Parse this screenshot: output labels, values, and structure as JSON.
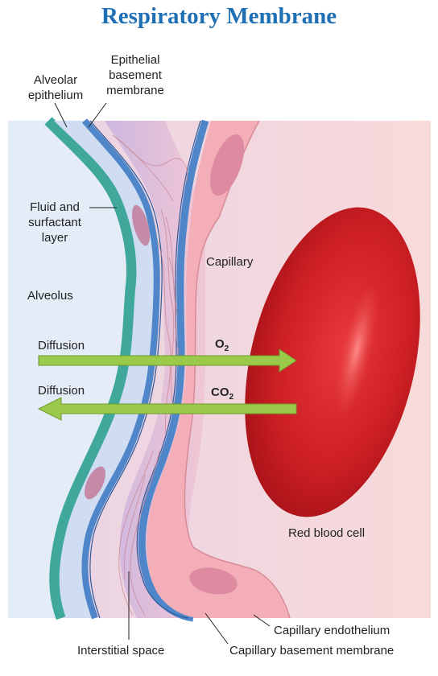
{
  "title": "Respiratory Membrane",
  "labels": {
    "alveolar_epithelium_line1": "Alveolar",
    "alveolar_epithelium_line2": "epithelium",
    "epithelial_bm_line1": "Epithelial",
    "epithelial_bm_line2": "basement",
    "epithelial_bm_line3": "membrane",
    "fluid_line1": "Fluid and",
    "fluid_line2": "surfactant",
    "fluid_line3": "layer",
    "alveolus": "Alveolus",
    "capillary": "Capillary",
    "diffusion_o2": "Diffusion",
    "diffusion_co2": "Diffusion",
    "o2_main": "O",
    "o2_sub": "2",
    "co2_main": "CO",
    "co2_sub": "2",
    "red_blood_cell": "Red blood cell",
    "capillary_endothelium": "Capillary endothelium",
    "interstitial_space": "Interstitial space",
    "capillary_bm": "Capillary basement membrane"
  },
  "colors": {
    "title": "#1f6fb5",
    "alveolus_bg": "#e3ecf7",
    "capillary_bg": "#f7dada",
    "epithelium_teal": "#3fa89a",
    "basement_blue": "#4f86c9",
    "interstitial_pink": "#e7c6d8",
    "endothelium_pink": "#f3aeb8",
    "rbc_red": "#cc1f24",
    "arrow_green": "#9bc94a"
  }
}
